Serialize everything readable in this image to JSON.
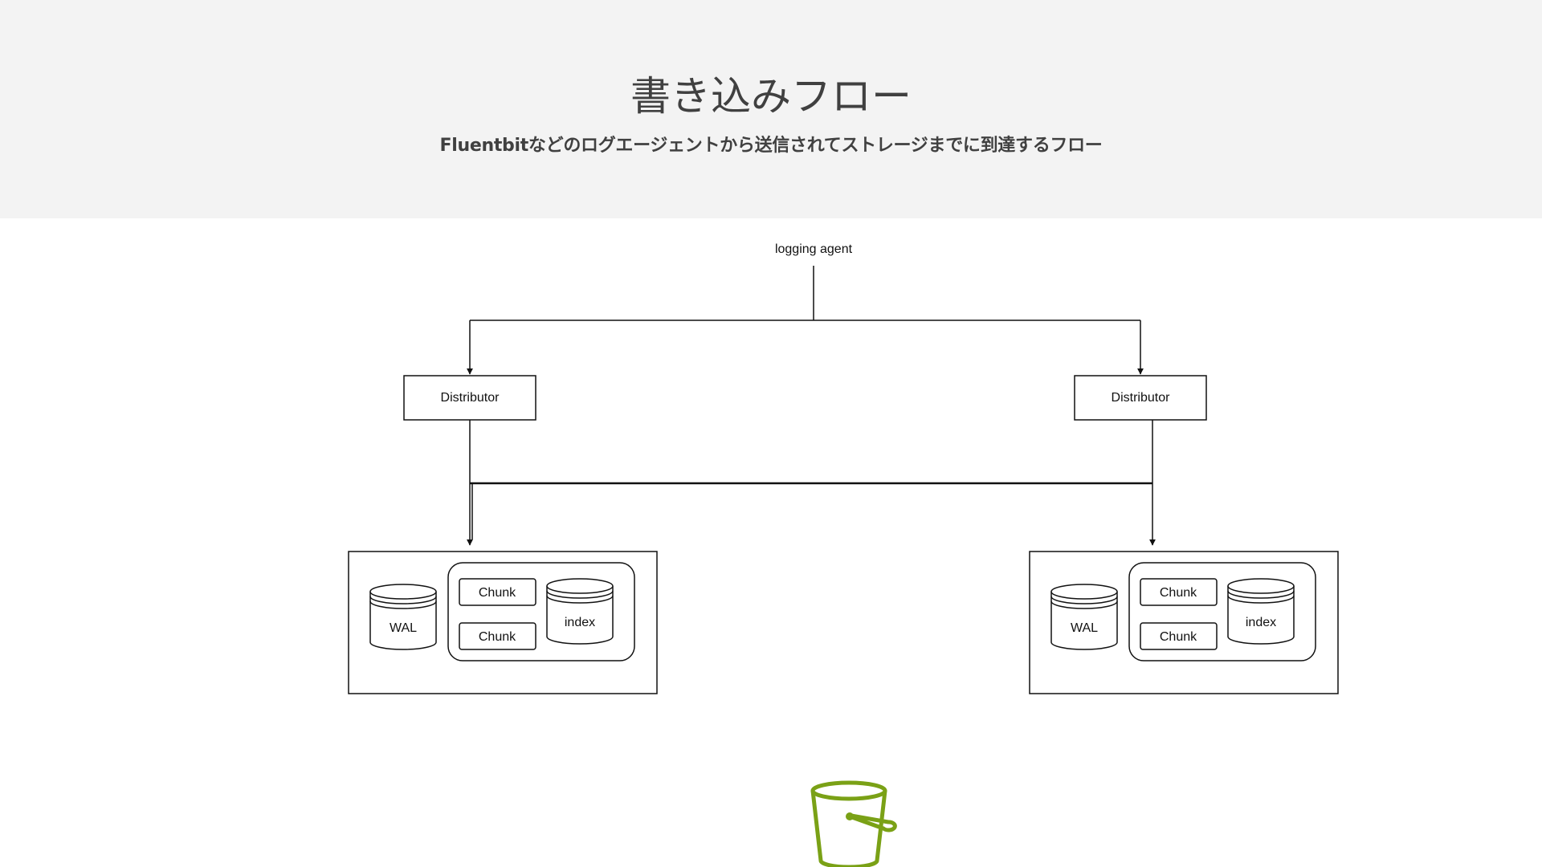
{
  "header": {
    "title": "書き込みフロー",
    "subtitle": "Fluentbitなどのログエージェントから送信されてストレージまでに到達するフロー"
  },
  "diagram": {
    "source_label": "logging agent",
    "distributors": [
      {
        "label": "Distributor"
      },
      {
        "label": "Distributor"
      }
    ],
    "ingesters": [
      {
        "wal_label": "WAL",
        "chunk_labels": [
          "Chunk",
          "Chunk"
        ],
        "index_label": "index"
      },
      {
        "wal_label": "WAL",
        "chunk_labels": [
          "Chunk",
          "Chunk"
        ],
        "index_label": "index"
      }
    ],
    "storage_icon": "bucket-icon",
    "colors": {
      "line": "#111111",
      "header_bg": "#f3f3f3",
      "title_text": "#404040",
      "bucket": "#7aa116"
    }
  }
}
